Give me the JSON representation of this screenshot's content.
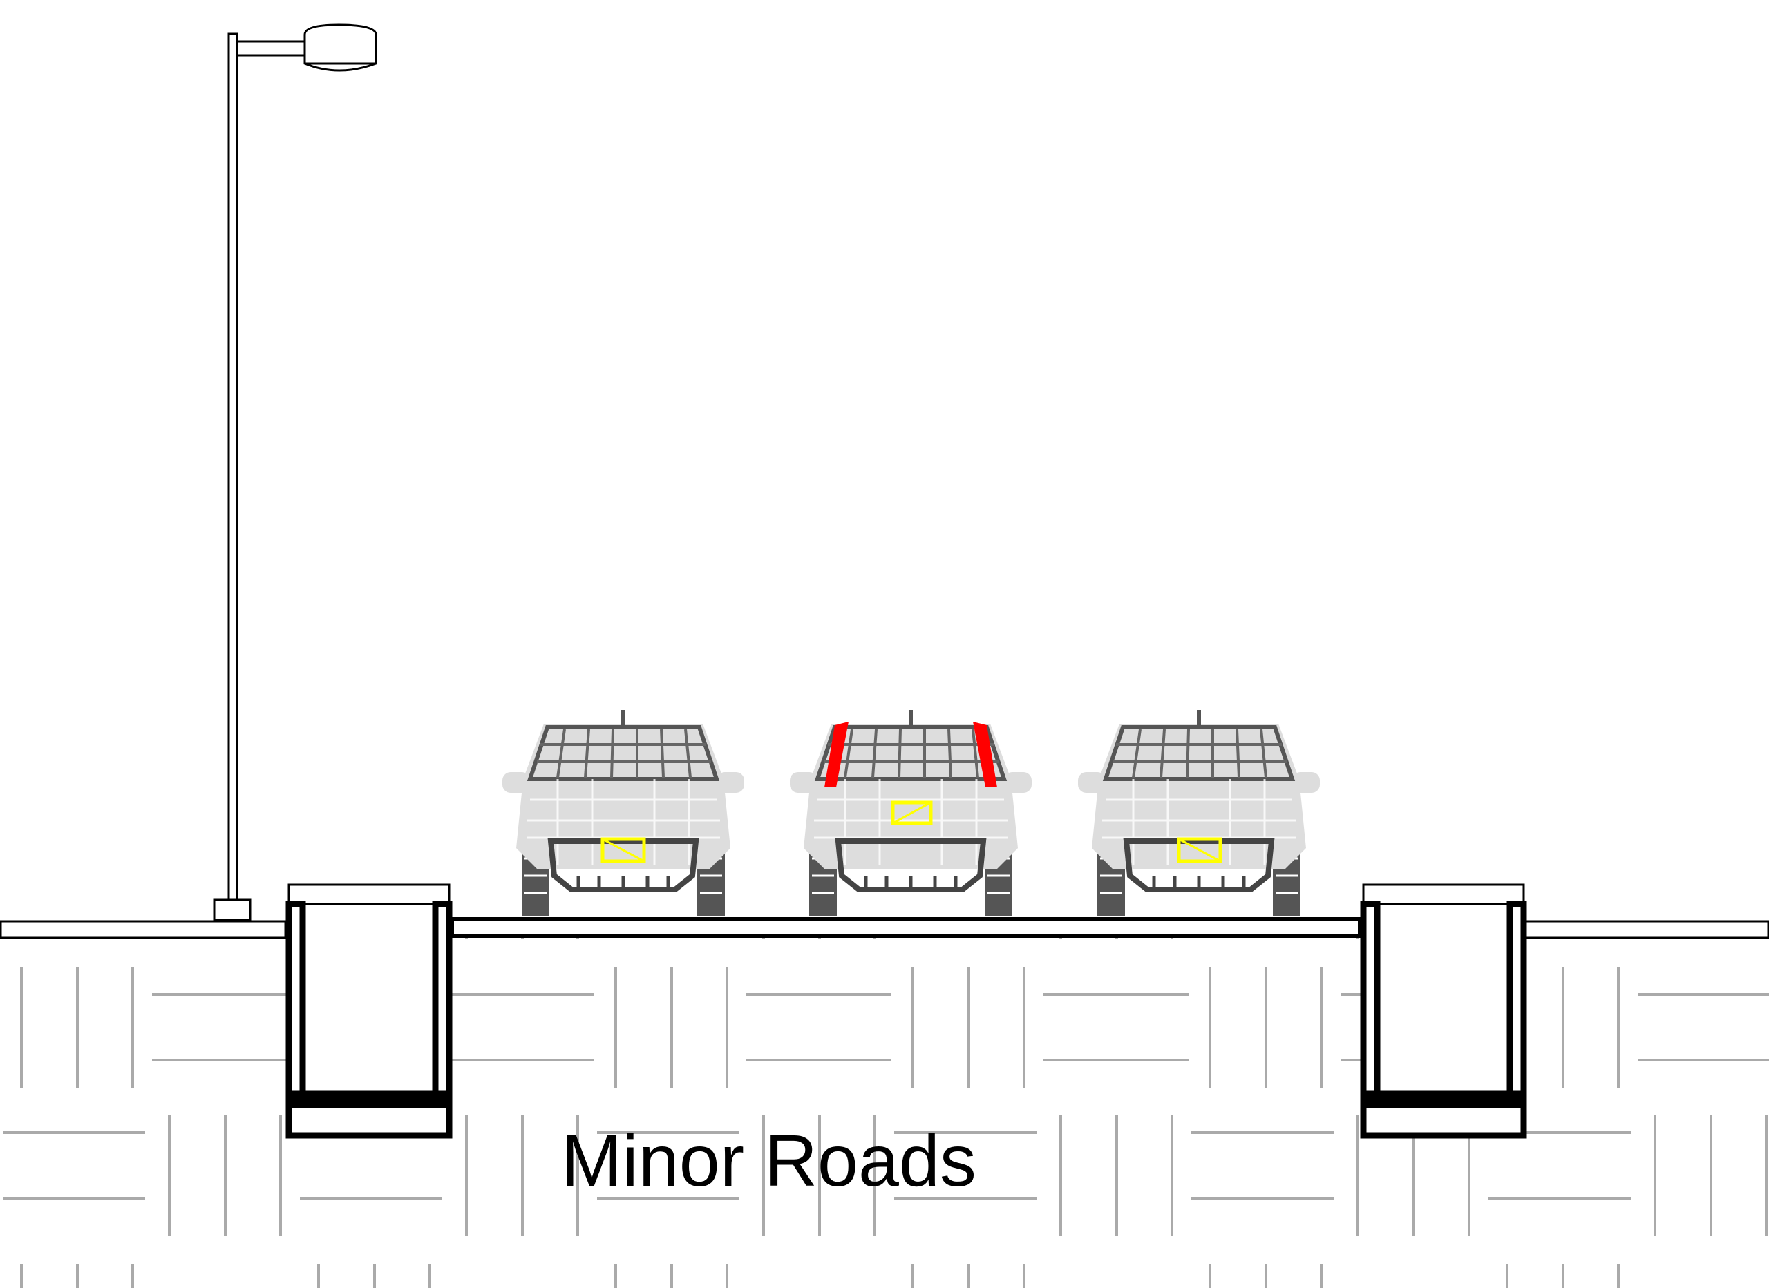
{
  "diagram": {
    "title": "Minor Roads",
    "colors": {
      "ground_hatch": "#aaaaaa",
      "outline": "#000000",
      "car_body": "#dcdcdc",
      "car_detail": "#555555",
      "plate": "#ffff00",
      "taillight": "#ff0000"
    },
    "elements": [
      "street-lamp",
      "left-curb",
      "road",
      "right-curb",
      "left-sidewalk",
      "right-sidewalk",
      "car-front",
      "car-rear",
      "car-front"
    ]
  }
}
